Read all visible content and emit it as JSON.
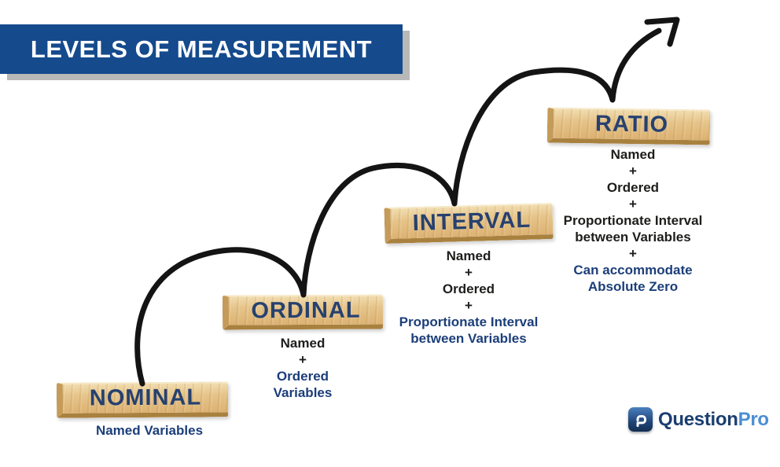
{
  "title": {
    "text": "LEVELS OF MEASUREMENT"
  },
  "levels": [
    {
      "name": "NOMINAL",
      "features": [
        {
          "text": "Named Variables",
          "highlight": true
        }
      ]
    },
    {
      "name": "ORDINAL",
      "features": [
        {
          "text": "Named",
          "highlight": false
        },
        {
          "text": "+",
          "highlight": false
        },
        {
          "text": "Ordered",
          "highlight": true
        },
        {
          "text": "Variables",
          "highlight": true
        }
      ]
    },
    {
      "name": "INTERVAL",
      "features": [
        {
          "text": "Named",
          "highlight": false
        },
        {
          "text": "+",
          "highlight": false
        },
        {
          "text": "Ordered",
          "highlight": false
        },
        {
          "text": "+",
          "highlight": false
        },
        {
          "text": "Proportionate Interval",
          "highlight": true
        },
        {
          "text": "between Variables",
          "highlight": true
        }
      ]
    },
    {
      "name": "RATIO",
      "features": [
        {
          "text": "Named",
          "highlight": false
        },
        {
          "text": "+",
          "highlight": false
        },
        {
          "text": "Ordered",
          "highlight": false
        },
        {
          "text": "+",
          "highlight": false
        },
        {
          "text": "Proportionate Interval",
          "highlight": false
        },
        {
          "text": "between Variables",
          "highlight": false
        },
        {
          "text": "+",
          "highlight": false
        },
        {
          "text": "Can accommodate",
          "highlight": true
        },
        {
          "text": "Absolute Zero",
          "highlight": true
        }
      ]
    }
  ],
  "logo": {
    "brand_primary": "Question",
    "brand_secondary": "Pro",
    "icon": "questionpro-icon"
  },
  "colors": {
    "banner_bg": "#154a8d",
    "banner_shadow": "#b8b8b8",
    "banner_text": "#ffffff",
    "wood_face": "#e6c489",
    "wood_edge_dark": "#a9813f",
    "block_label": "#27416f",
    "feature_plain": "#1d1d1b",
    "feature_highlight": "#1c3e7a",
    "arrow": "#141414",
    "brand_navy": "#1b3e70",
    "brand_blue": "#4b8fd4"
  }
}
